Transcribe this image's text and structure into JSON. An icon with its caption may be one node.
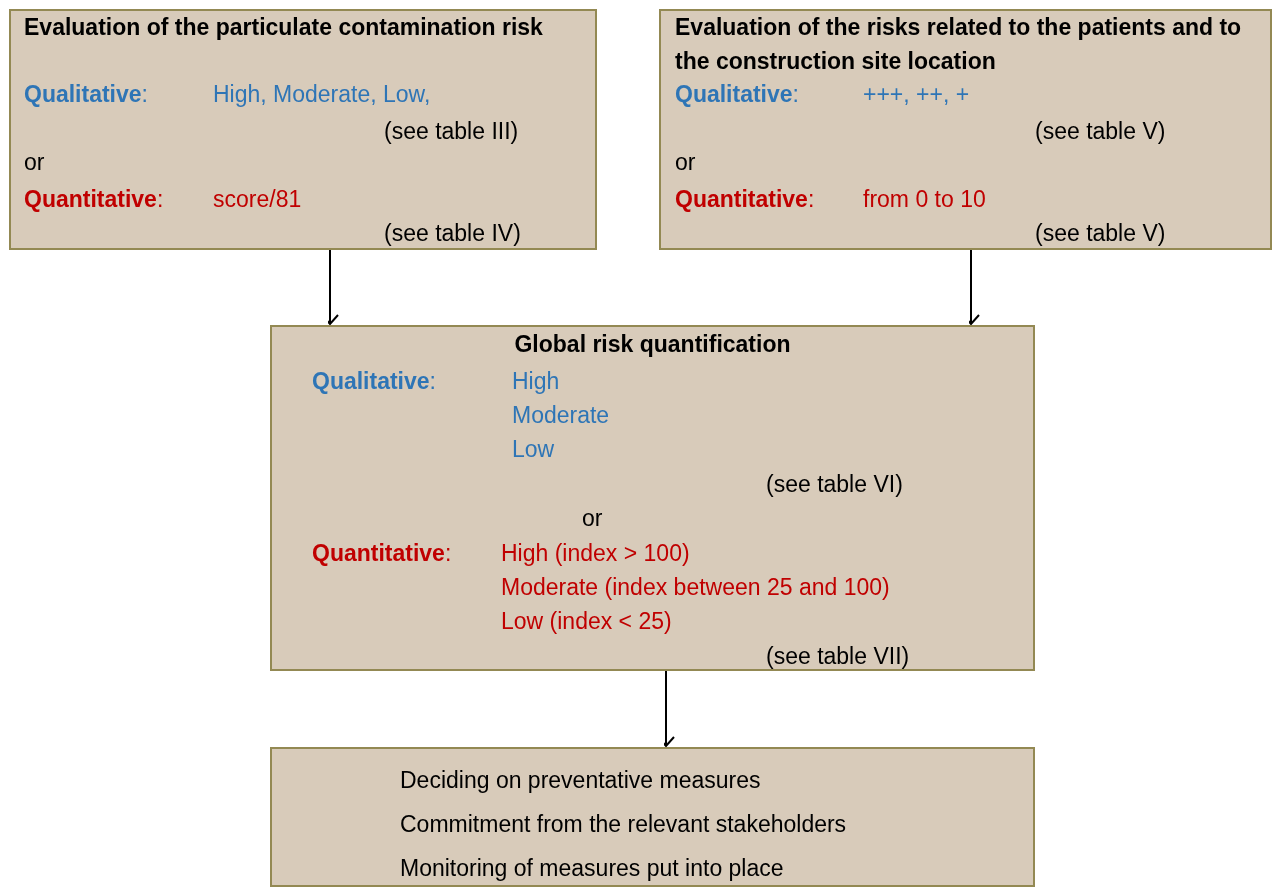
{
  "diagram": {
    "nodes": [
      {
        "text": [
          "Evaluation of the particulate contamination risk",
          "**Qualitative**:",
          "High, Moderate, Low,",
          "(see table III)",
          "or",
          "**Quantitative**:",
          "score/81",
          "(see table IV)"
        ]
      },
      {
        "text": [
          "Evaluation of the risks related to the patients and to the construction site location",
          "**Qualitative**:",
          "+++, ++, +",
          "(see table V)",
          "or",
          "**Quantitative**:",
          "from 0 to 10",
          "(see table V)"
        ]
      },
      {
        "text": [
          "Global risk quantification",
          "**Qualitative**:",
          "High",
          "Moderate",
          "Low",
          "(see table VI)",
          "or",
          "**Quantitative**:",
          "High (index > 100)",
          "Moderate (index between 25 and 100)",
          "Low (index < 25)",
          "(see table VII)"
        ]
      },
      {
        "text": [
          "Deciding on preventative measures",
          "Commitment from the relevant stakeholders",
          "Monitoring of measures put into place"
        ]
      }
    ],
    "edges": [
      {
        "from": 0,
        "to": 2,
        "arrow": "to"
      },
      {
        "from": 1,
        "to": 2,
        "arrow": "to"
      },
      {
        "from": 2,
        "to": 3,
        "arrow": "to"
      }
    ]
  }
}
